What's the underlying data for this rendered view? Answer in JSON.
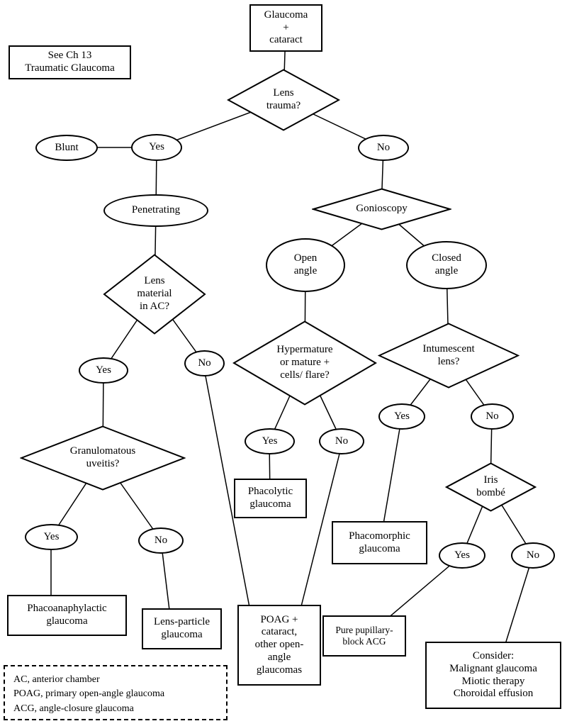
{
  "title": "Glaucoma + cataract decision flowchart",
  "colors": {
    "line": "#000000",
    "background": "#ffffff"
  },
  "nodes": {
    "glaucoma_cataract": {
      "label": "Glaucoma\n+\ncataract",
      "shape": "rect"
    },
    "see_ch13": {
      "label": "See Ch 13\nTraumatic Glaucoma",
      "shape": "rect"
    },
    "lens_trauma": {
      "label": "Lens\ntrauma?",
      "shape": "diamond"
    },
    "blunt": {
      "label": "Blunt",
      "shape": "ellipse"
    },
    "trauma_yes": {
      "label": "Yes",
      "shape": "ellipse"
    },
    "trauma_no": {
      "label": "No",
      "shape": "ellipse"
    },
    "penetrating": {
      "label": "Penetrating",
      "shape": "ellipse"
    },
    "gonioscopy": {
      "label": "Gonioscopy",
      "shape": "diamond"
    },
    "open_angle": {
      "label": "Open\nangle",
      "shape": "ellipse"
    },
    "closed_angle": {
      "label": "Closed\nangle",
      "shape": "ellipse"
    },
    "lens_material": {
      "label": "Lens\nmaterial\nin AC?",
      "shape": "diamond"
    },
    "hypermature": {
      "label": "Hypermature\nor mature +\ncells/ flare?",
      "shape": "diamond"
    },
    "intumescent": {
      "label": "Intumescent\nlens?",
      "shape": "diamond"
    },
    "lens_material_yes": {
      "label": "Yes",
      "shape": "ellipse"
    },
    "lens_material_no": {
      "label": "No",
      "shape": "ellipse"
    },
    "intumescent_yes": {
      "label": "Yes",
      "shape": "ellipse"
    },
    "intumescent_no": {
      "label": "No",
      "shape": "ellipse"
    },
    "granulomatous": {
      "label": "Granulomatous\nuveitis?",
      "shape": "diamond"
    },
    "hypermature_yes": {
      "label": "Yes",
      "shape": "ellipse"
    },
    "hypermature_no": {
      "label": "No",
      "shape": "ellipse"
    },
    "phacolytic": {
      "label": "Phacolytic\nglaucoma",
      "shape": "rect"
    },
    "iris_bombe": {
      "label": "Iris\nbombé",
      "shape": "diamond"
    },
    "granulomatous_yes": {
      "label": "Yes",
      "shape": "ellipse"
    },
    "granulomatous_no": {
      "label": "No",
      "shape": "ellipse"
    },
    "phacomorphic": {
      "label": "Phacomorphic\nglaucoma",
      "shape": "rect"
    },
    "iris_bombe_yes": {
      "label": "Yes",
      "shape": "ellipse"
    },
    "iris_bombe_no": {
      "label": "No",
      "shape": "ellipse"
    },
    "phacoanaphylactic": {
      "label": "Phacoanaphylactic\nglaucoma",
      "shape": "rect"
    },
    "lens_particle": {
      "label": "Lens-particle\nglaucoma",
      "shape": "rect"
    },
    "poag": {
      "label": "POAG +\ncataract,\nother open-\nangle\nglaucomas",
      "shape": "rect"
    },
    "pupillary_block": {
      "label": "Pure pupillary-\nblock ACG",
      "shape": "rect"
    },
    "consider": {
      "label": "Consider:\nMalignant glaucoma\nMiotic therapy\nChoroidal effusion",
      "shape": "rect"
    }
  },
  "edges": [
    {
      "from": "glaucoma_cataract",
      "to": "lens_trauma"
    },
    {
      "from": "lens_trauma",
      "to": "trauma_yes"
    },
    {
      "from": "lens_trauma",
      "to": "trauma_no"
    },
    {
      "from": "trauma_yes",
      "to": "blunt"
    },
    {
      "from": "trauma_yes",
      "to": "penetrating"
    },
    {
      "from": "penetrating",
      "to": "lens_material"
    },
    {
      "from": "trauma_no",
      "to": "gonioscopy"
    },
    {
      "from": "gonioscopy",
      "to": "open_angle"
    },
    {
      "from": "gonioscopy",
      "to": "closed_angle"
    },
    {
      "from": "open_angle",
      "to": "hypermature"
    },
    {
      "from": "closed_angle",
      "to": "intumescent"
    },
    {
      "from": "lens_material",
      "to": "lens_material_yes"
    },
    {
      "from": "lens_material",
      "to": "lens_material_no"
    },
    {
      "from": "lens_material_yes",
      "to": "granulomatous"
    },
    {
      "from": "lens_material_no",
      "to": "poag"
    },
    {
      "from": "hypermature",
      "to": "hypermature_yes"
    },
    {
      "from": "hypermature",
      "to": "hypermature_no"
    },
    {
      "from": "hypermature_yes",
      "to": "phacolytic"
    },
    {
      "from": "hypermature_no",
      "to": "poag"
    },
    {
      "from": "intumescent",
      "to": "intumescent_yes"
    },
    {
      "from": "intumescent",
      "to": "intumescent_no"
    },
    {
      "from": "intumescent_yes",
      "to": "phacomorphic"
    },
    {
      "from": "intumescent_no",
      "to": "iris_bombe"
    },
    {
      "from": "iris_bombe",
      "to": "iris_bombe_yes"
    },
    {
      "from": "iris_bombe",
      "to": "iris_bombe_no"
    },
    {
      "from": "iris_bombe_yes",
      "to": "pupillary_block"
    },
    {
      "from": "iris_bombe_no",
      "to": "consider"
    },
    {
      "from": "granulomatous",
      "to": "granulomatous_yes"
    },
    {
      "from": "granulomatous",
      "to": "granulomatous_no"
    },
    {
      "from": "granulomatous_yes",
      "to": "phacoanaphylactic"
    },
    {
      "from": "granulomatous_no",
      "to": "lens_particle"
    }
  ],
  "legend": {
    "lines": [
      "AC, anterior chamber",
      "POAG, primary open-angle glaucoma",
      "ACG, angle-closure glaucoma"
    ]
  }
}
